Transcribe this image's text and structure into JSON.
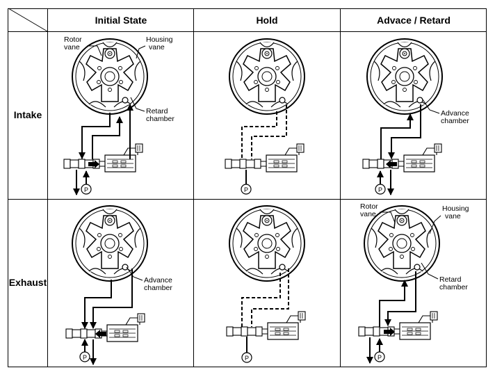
{
  "table": {
    "columns": [
      "Initial State",
      "Hold",
      "Advace / Retard"
    ],
    "rows": [
      "Intake",
      "Exhaust"
    ]
  },
  "annotations": {
    "intake_initial": {
      "rotor_line1": "Rotor",
      "rotor_line2": "vane",
      "housing_line1": "Housing",
      "housing_line2": "vane",
      "chamber_line1": "Retard",
      "chamber_line2": "chamber"
    },
    "intake_advret": {
      "chamber_line1": "Advance",
      "chamber_line2": "chamber"
    },
    "exhaust_initial": {
      "chamber_line1": "Advance",
      "chamber_line2": "chamber"
    },
    "exhaust_advret": {
      "rotor_line1": "Rotor",
      "rotor_line2": "vane",
      "housing_line1": "Housing",
      "housing_line2": "vane",
      "chamber_line1": "Retard",
      "chamber_line2": "chamber"
    }
  },
  "pump_label": "P",
  "colors": {
    "line": "#000000",
    "background": "#ffffff",
    "fill": "#ffffff"
  }
}
